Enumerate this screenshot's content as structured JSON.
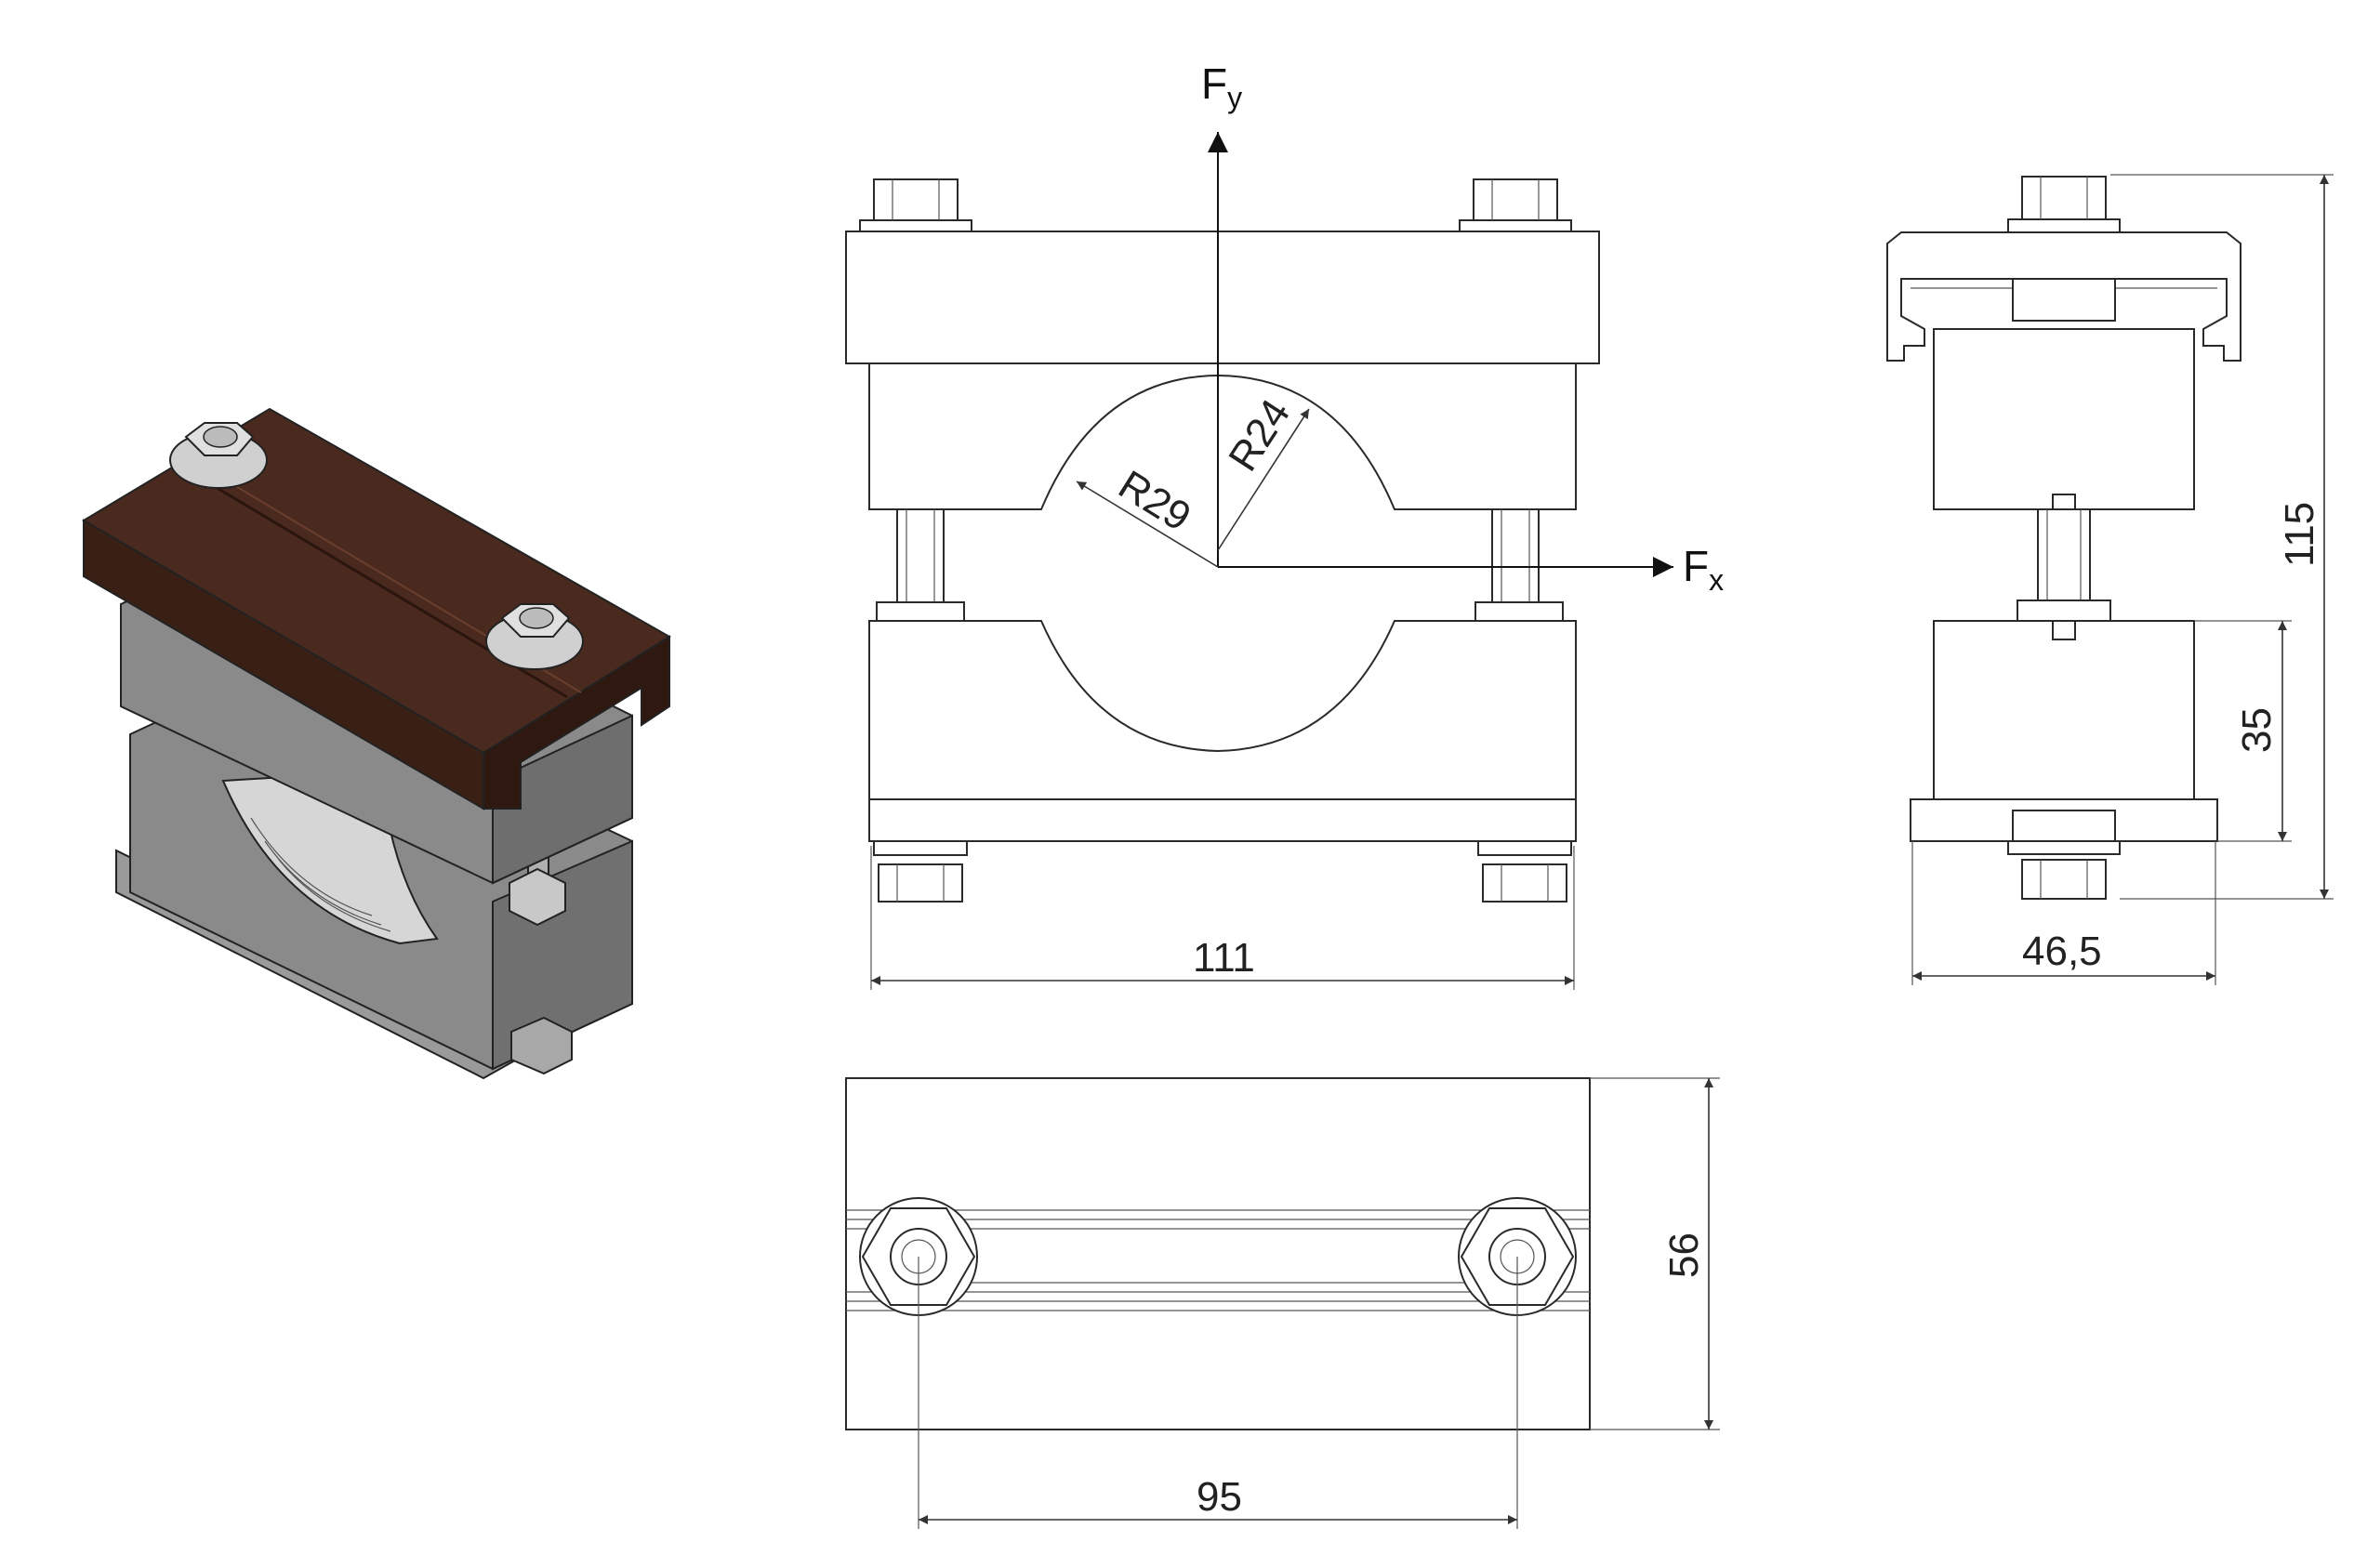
{
  "diagram": {
    "forces": {
      "fy_main": "F",
      "fy_sub": "y",
      "fx_main": "F",
      "fx_sub": "x"
    },
    "dimensions": {
      "r29": "R29",
      "r24": "R24",
      "width_111": "111",
      "height_115": "115",
      "height_35": "35",
      "width_46_5": "46,5",
      "spacing_95": "95",
      "depth_56": "56"
    },
    "colors": {
      "top_rail": "#4a2a1e",
      "body_gray": "#8c8c8c",
      "light_gray": "#c8c8c8",
      "line": "#2a2a2a"
    }
  }
}
